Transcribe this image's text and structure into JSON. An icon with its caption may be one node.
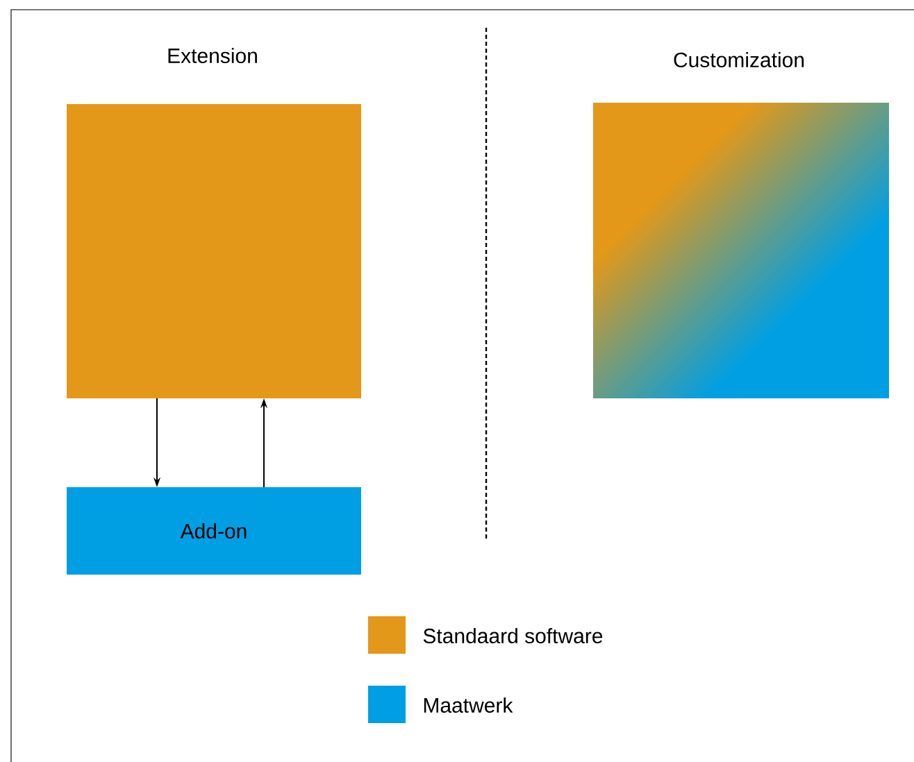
{
  "diagram": {
    "nodes": [
      {
        "text": [],
        "shape": "box"
      },
      {
        "text": [
          "Add-on"
        ]
      },
      {
        "text": [],
        "shape": "box"
      }
    ],
    "edges": [
      {
        "from": 0,
        "to": 1,
        "arrow": "to"
      },
      {
        "from": 1,
        "to": 0,
        "arrow": "to"
      }
    ],
    "labels": [
      "Extension",
      "Customization"
    ],
    "legend": [
      {
        "text": "Standaard software",
        "color": "#e39819"
      },
      {
        "text": "Maatwerk",
        "color": "#009fe3"
      }
    ]
  }
}
